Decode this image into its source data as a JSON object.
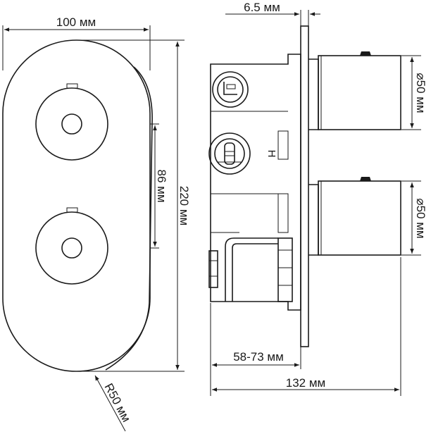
{
  "front_view": {
    "width_label": "100 мм",
    "height_label": "220 мм",
    "spacing_label": "86 мм",
    "radius_label": "R50 мм"
  },
  "side_view": {
    "plate_label": "6.5 мм",
    "handle_top_label": "⌀50 мм",
    "handle_bottom_label": "⌀50 мм",
    "depth_label": "58-73 мм",
    "total_label": "132 мм",
    "hot_marker": "H"
  }
}
